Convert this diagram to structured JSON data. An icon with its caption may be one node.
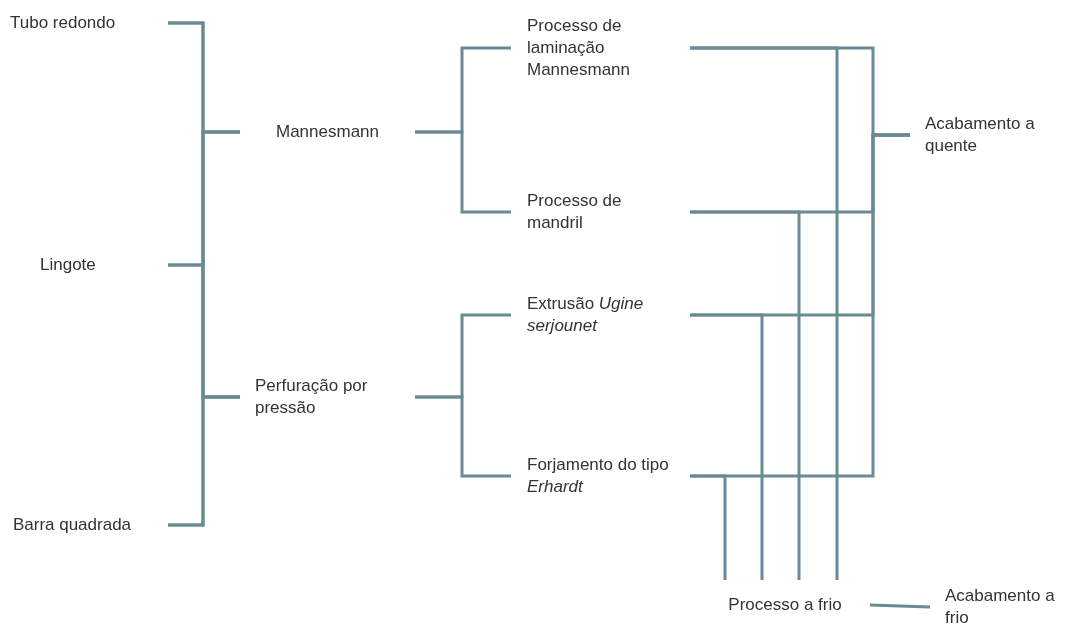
{
  "diagram": {
    "nodes": [
      {
        "text": [
          "Tubo redondo"
        ]
      },
      {
        "text": [
          "Lingote"
        ]
      },
      {
        "text": [
          "Barra quadrada"
        ]
      },
      {
        "text": [
          "Mannesmann"
        ]
      },
      {
        "text": [
          "Perfuração por pressão"
        ]
      },
      {
        "text": [
          "Processo de laminação Mannesmann"
        ]
      },
      {
        "text": [
          "Processo de mandril"
        ]
      },
      {
        "text": [
          "Extrusão *Ugine serjounet*"
        ]
      },
      {
        "text": [
          "Forjamento do tipo *Erhardt*"
        ]
      },
      {
        "text": [
          "Acabamento a quente"
        ]
      },
      {
        "text": [
          "Processo a frio"
        ]
      },
      {
        "text": [
          "Acabamento a frio"
        ]
      }
    ],
    "edges": [
      {
        "from": 0,
        "to": 3,
        "arrow": "none"
      },
      {
        "from": 1,
        "to": 3,
        "arrow": "none"
      },
      {
        "from": 2,
        "to": 3,
        "arrow": "none"
      },
      {
        "from": 0,
        "to": 4,
        "arrow": "none"
      },
      {
        "from": 1,
        "to": 4,
        "arrow": "none"
      },
      {
        "from": 2,
        "to": 4,
        "arrow": "none"
      },
      {
        "from": 3,
        "to": 5,
        "arrow": "none"
      },
      {
        "from": 3,
        "to": 6,
        "arrow": "none"
      },
      {
        "from": 4,
        "to": 7,
        "arrow": "none"
      },
      {
        "from": 4,
        "to": 8,
        "arrow": "none"
      },
      {
        "from": 5,
        "to": 9,
        "arrow": "none"
      },
      {
        "from": 6,
        "to": 9,
        "arrow": "none"
      },
      {
        "from": 7,
        "to": 9,
        "arrow": "none"
      },
      {
        "from": 8,
        "to": 9,
        "arrow": "none"
      },
      {
        "from": 5,
        "to": 10,
        "arrow": "none"
      },
      {
        "from": 6,
        "to": 10,
        "arrow": "none"
      },
      {
        "from": 7,
        "to": 10,
        "arrow": "none"
      },
      {
        "from": 8,
        "to": 10,
        "arrow": "none"
      },
      {
        "from": 10,
        "to": 11,
        "arrow": "none"
      }
    ]
  }
}
